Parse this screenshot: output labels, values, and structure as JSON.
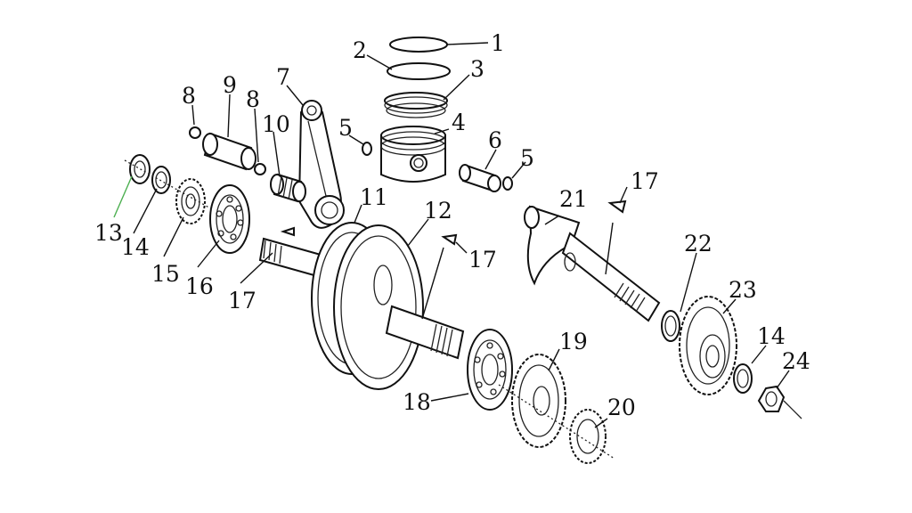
{
  "labels": [
    "1",
    "2",
    "3",
    "4",
    "5",
    "6",
    "7",
    "8",
    "9",
    "10",
    "11",
    "12",
    "13",
    "14",
    "15",
    "16",
    "17",
    "18",
    "19",
    "20",
    "21",
    "22",
    "23",
    "24"
  ],
  "colors": {
    "line": "#111111",
    "highlight_leader": "#4caf50",
    "background": "#ffffff"
  }
}
